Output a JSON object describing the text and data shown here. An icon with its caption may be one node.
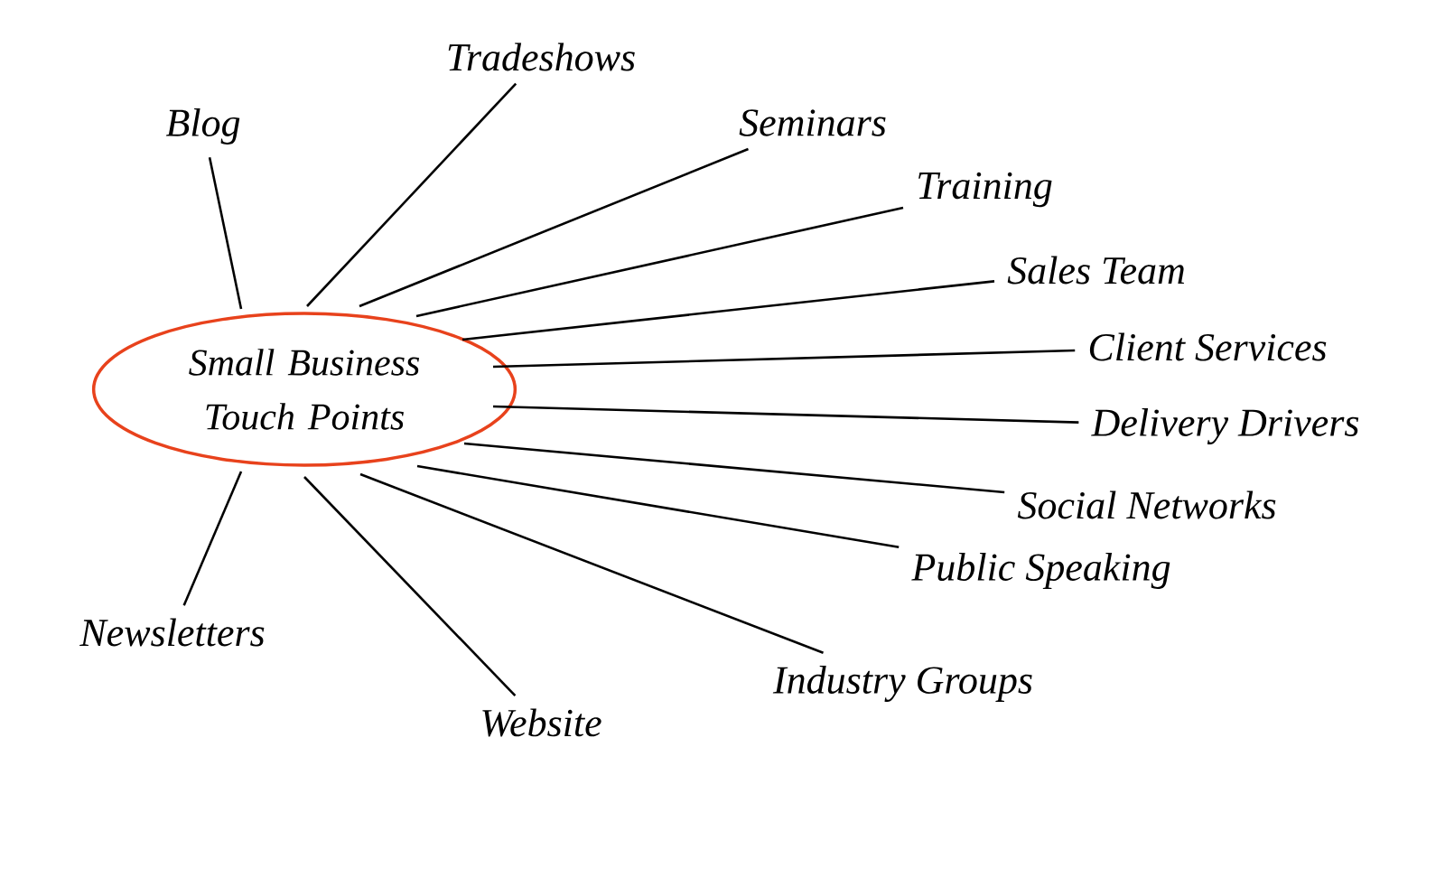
{
  "diagram": {
    "nodes": [
      {
        "text": [
          "Small Business Touch Points"
        ]
      },
      {
        "text": [
          "Blog"
        ]
      },
      {
        "text": [
          "Tradeshows"
        ]
      },
      {
        "text": [
          "Seminars"
        ]
      },
      {
        "text": [
          "Training"
        ]
      },
      {
        "text": [
          "Sales Team"
        ]
      },
      {
        "text": [
          "Client Services"
        ]
      },
      {
        "text": [
          "Delivery Drivers"
        ]
      },
      {
        "text": [
          "Social Networks"
        ]
      },
      {
        "text": [
          "Public Speaking"
        ]
      },
      {
        "text": [
          "Industry Groups"
        ]
      },
      {
        "text": [
          "Website"
        ]
      },
      {
        "text": [
          "Newsletters"
        ]
      }
    ],
    "edges": [
      {
        "from": 0,
        "to": 1,
        "arrow": "none"
      },
      {
        "from": 0,
        "to": 2,
        "arrow": "none"
      },
      {
        "from": 0,
        "to": 3,
        "arrow": "none"
      },
      {
        "from": 0,
        "to": 4,
        "arrow": "none"
      },
      {
        "from": 0,
        "to": 5,
        "arrow": "none"
      },
      {
        "from": 0,
        "to": 6,
        "arrow": "none"
      },
      {
        "from": 0,
        "to": 7,
        "arrow": "none"
      },
      {
        "from": 0,
        "to": 8,
        "arrow": "none"
      },
      {
        "from": 0,
        "to": 9,
        "arrow": "none"
      },
      {
        "from": 0,
        "to": 10,
        "arrow": "none"
      },
      {
        "from": 0,
        "to": 11,
        "arrow": "none"
      },
      {
        "from": 0,
        "to": 12,
        "arrow": "none"
      }
    ]
  }
}
